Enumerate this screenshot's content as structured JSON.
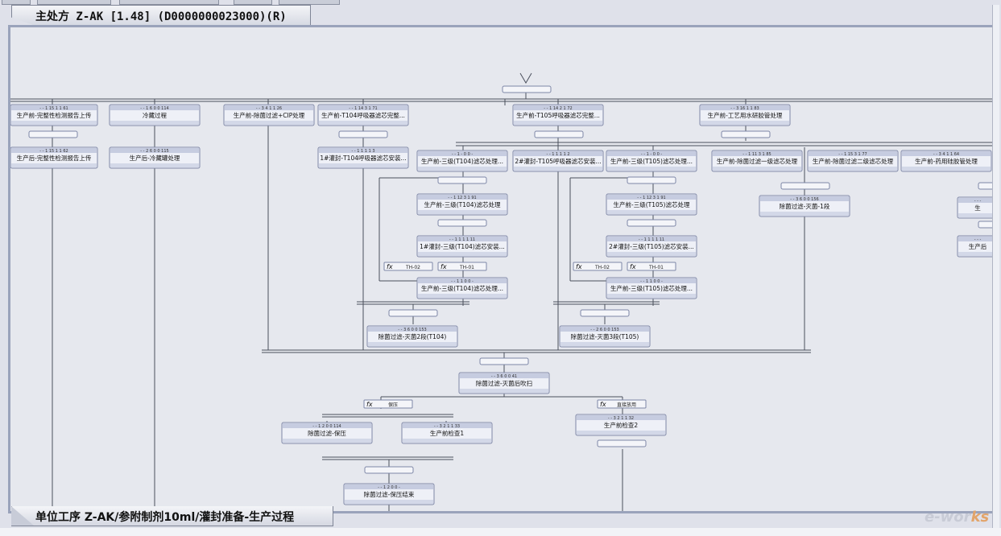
{
  "window": {
    "title": "主处方 Z-AK [1.48] (D0000000023000)(R)",
    "subtitle": "单位工序 Z-AK/参附制剂10ml/灌封准备-生产过程",
    "logo_main": "e-wor",
    "logo_accent": "ks"
  },
  "steps": [
    {
      "label": "生产前-完整性检测报告上传",
      "nums": "- - 1   15   1 1 61"
    },
    {
      "label": "冷藏过程",
      "nums": "- - 1   6   0 0 114"
    },
    {
      "label": "生产前-除菌过滤+CIP处理",
      "nums": "- - 3   4   1 1 26"
    },
    {
      "label": "生产前-T104呼吸器滤芯完整...",
      "nums": "- - 1   14   3 1 71"
    },
    {
      "label": "生产前-T105呼吸器滤芯完整...",
      "nums": "- - 1   14   2 1 72"
    },
    {
      "label": "生产前-工艺用水研胶管处理",
      "nums": "- - 3   16   1 1 83"
    },
    {
      "label": "生产后-完整性检测报告上传",
      "nums": "- - 1   15   1 1 62"
    },
    {
      "label": "生产后-冷藏罐处理",
      "nums": "- - 2   6   0 0 115"
    },
    {
      "label": "1#灌封-T104呼吸器滤芯安装...",
      "nums": "- - 1   1   1 1 3"
    },
    {
      "label": "生产前-三级(T104)滤芯处理...",
      "nums": "- - 1   -   0 0 -"
    },
    {
      "label": "2#灌封-T105呼吸器滤芯安装...",
      "nums": "- - 1   1   1 1 2"
    },
    {
      "label": "生产前-三级(T105)滤芯处理...",
      "nums": "- - 1   -   0 0 -"
    },
    {
      "label": "生产前-除菌过滤一级滤芯处理",
      "nums": "- - 1   11   3 1 85"
    },
    {
      "label": "生产前-除菌过滤二级滤芯处理",
      "nums": "- - 1   15   3 1 77"
    },
    {
      "label": "生产前-药用硅胶管处理",
      "nums": "- - 3   4   1 1 64"
    },
    {
      "label": "生产前-三级(T104)滤芯处理",
      "nums": "- - 1   12   3 1 91"
    },
    {
      "label": "生产前-三级(T105)滤芯处理",
      "nums": "- - 1   12   3 1 91"
    },
    {
      "label": "除菌过滤-灭菌-1段",
      "nums": "- - 3   6   0 0 156"
    },
    {
      "label": "1#灌封-三级(T104)滤芯安装...",
      "nums": "- - 1   1   1 1 11"
    },
    {
      "label": "2#灌封-三级(T105)滤芯安装...",
      "nums": "- - 1   1   1 1 11"
    },
    {
      "label": "生产前-三级(T104)滤芯处理...",
      "nums": "- - 1   1   0 0 -"
    },
    {
      "label": "生产前-三级(T105)滤芯处理...",
      "nums": "- - 1   1   0 0 -"
    },
    {
      "label": "除菌过滤-灭菌2段(T104)",
      "nums": "- - 3   6   0 0 153"
    },
    {
      "label": "除菌过滤-灭菌3段(T105)",
      "nums": "- - 2   6   0 0 153"
    },
    {
      "label": "除菌过滤-灭菌后吹扫",
      "nums": "- - 3   6   0 0 41"
    },
    {
      "label": "除菌过滤-保压",
      "nums": "- - 1   2   0 0 114"
    },
    {
      "label": "生产前检查1",
      "nums": "- - 3   2   1 1 33"
    },
    {
      "label": "生产前检查2",
      "nums": "- - 3   2   1 1 32"
    },
    {
      "label": "除菌过滤-保压结束",
      "nums": "- - 1   2   0 0 -"
    },
    {
      "label": "生",
      "nums": "- - -"
    },
    {
      "label": "生产后",
      "nums": "- - -"
    }
  ],
  "conditions": [
    {
      "label": "TH-02"
    },
    {
      "label": "TH-01"
    },
    {
      "label": "TH-02"
    },
    {
      "label": "TH-01"
    },
    {
      "label": "保压"
    },
    {
      "label": "直接放用"
    }
  ],
  "colors": {
    "node_fill": "#eef0f7",
    "node_header": "#c6cce0",
    "node_border": "#7d86a6",
    "line": "#4a4f5c",
    "background": "#e6e8ee"
  }
}
